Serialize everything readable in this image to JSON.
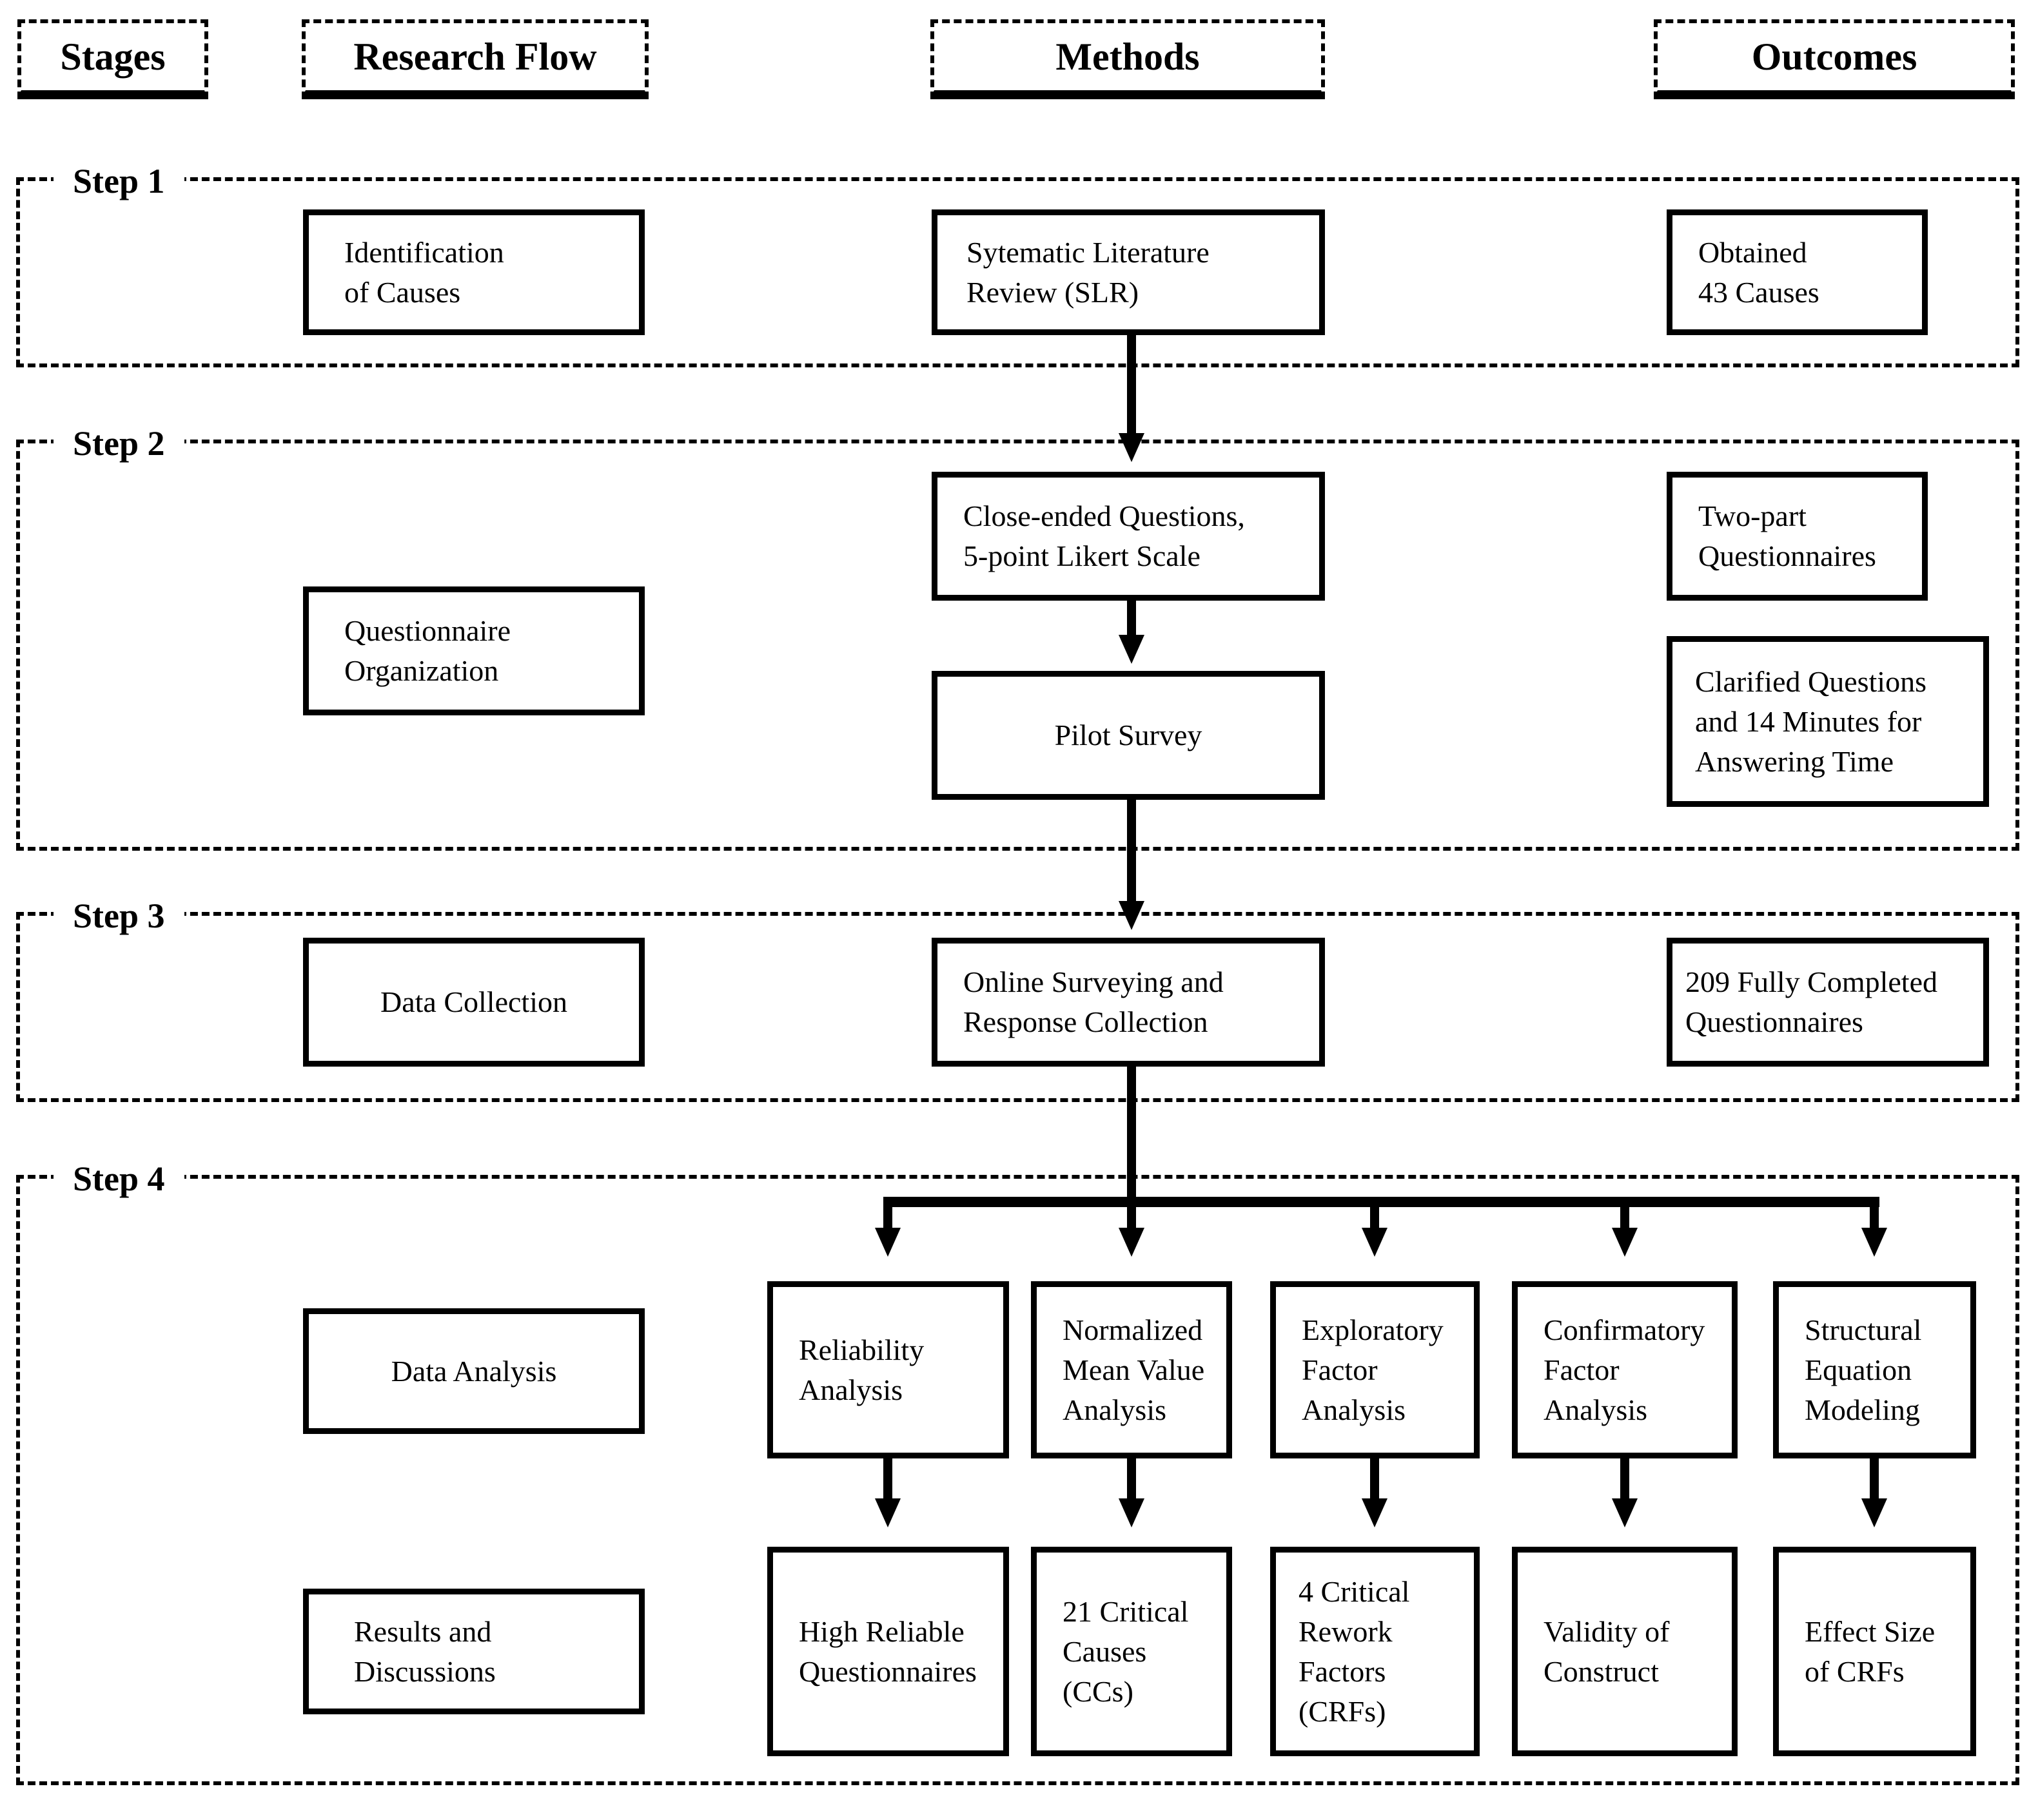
{
  "colors": {
    "ink": "#000000",
    "paper": "#ffffff"
  },
  "columns": {
    "stages": "Stages",
    "research_flow": "Research Flow",
    "methods": "Methods",
    "outcomes": "Outcomes"
  },
  "steps": [
    {
      "label": "Step 1",
      "flow": [
        "Identification",
        "of Causes"
      ],
      "method": [
        "Sytematic Literature",
        "Review (SLR)"
      ],
      "outcome": [
        "Obtained",
        "43 Causes"
      ]
    },
    {
      "label": "Step 2",
      "flow": [
        "Questionnaire",
        "Organization"
      ],
      "method_top": [
        "Close-ended Questions,",
        "5-point Likert Scale"
      ],
      "method_bottom": [
        "Pilot Survey"
      ],
      "outcome_top": [
        "Two-part",
        "Questionnaires"
      ],
      "outcome_bottom": [
        "Clarified Questions",
        "and 14 Minutes for",
        "Answering Time"
      ]
    },
    {
      "label": "Step 3",
      "flow": [
        "Data Collection"
      ],
      "method": [
        "Online Surveying and",
        "Response Collection"
      ],
      "outcome": [
        "209 Fully Completed",
        "Questionnaires"
      ]
    },
    {
      "label": "Step 4",
      "flow_top": [
        "Data Analysis"
      ],
      "flow_bottom": [
        "Results and",
        "Discussions"
      ],
      "methods": [
        [
          "Reliability",
          "Analysis"
        ],
        [
          "Normalized",
          "Mean Value",
          "Analysis"
        ],
        [
          "Exploratory",
          "Factor",
          "Analysis"
        ],
        [
          "Confirmatory",
          "Factor",
          "Analysis"
        ],
        [
          "Structural",
          "Equation",
          "Modeling"
        ]
      ],
      "results": [
        [
          "High Reliable",
          "Questionnaires"
        ],
        [
          "21 Critical",
          "Causes",
          "(CCs)"
        ],
        [
          "4 Critical",
          "Rework",
          "Factors",
          "(CRFs)"
        ],
        [
          "Validity of",
          "Construct"
        ],
        [
          "Effect Size",
          "of CRFs"
        ]
      ]
    }
  ]
}
